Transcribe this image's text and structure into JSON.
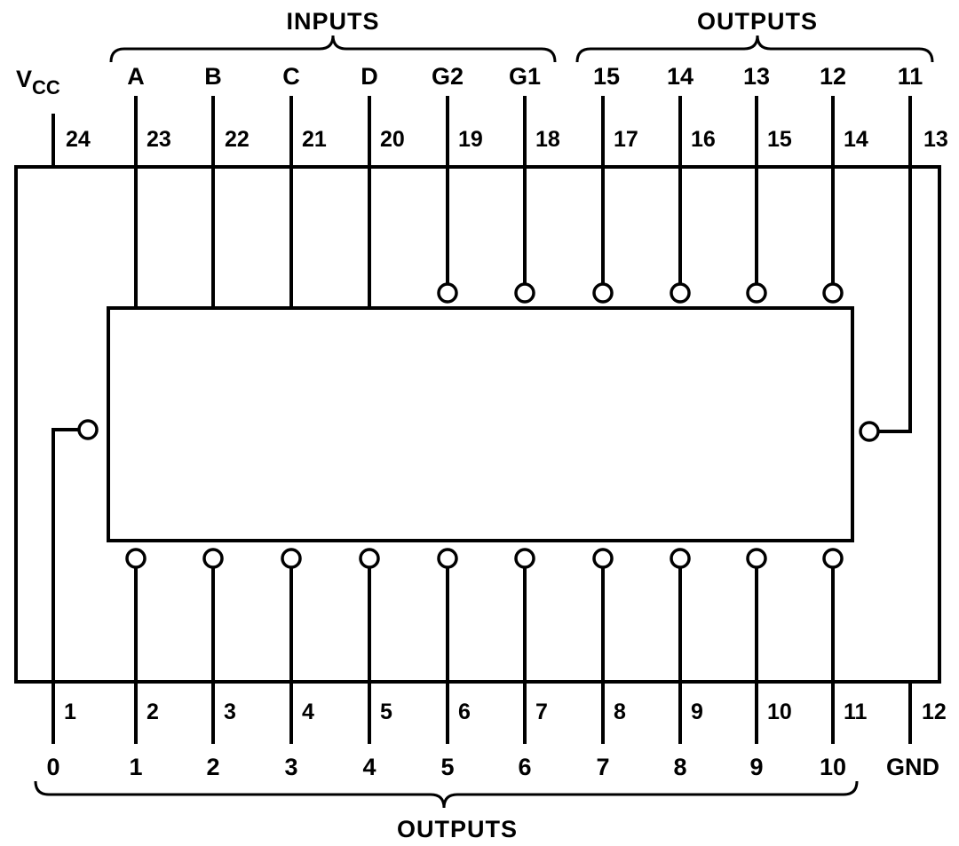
{
  "groups": {
    "top_inputs": "INPUTS",
    "top_outputs": "OUTPUTS",
    "bottom_outputs": "OUTPUTS"
  },
  "top_pins": [
    {
      "signal": "V",
      "signal_sub": "CC",
      "pin": "24"
    },
    {
      "signal": "A",
      "pin": "23"
    },
    {
      "signal": "B",
      "pin": "22"
    },
    {
      "signal": "C",
      "pin": "21"
    },
    {
      "signal": "D",
      "pin": "20"
    },
    {
      "signal": "G2",
      "pin": "19"
    },
    {
      "signal": "G1",
      "pin": "18"
    },
    {
      "signal": "15",
      "pin": "17"
    },
    {
      "signal": "14",
      "pin": "16"
    },
    {
      "signal": "13",
      "pin": "15"
    },
    {
      "signal": "12",
      "pin": "14"
    },
    {
      "signal": "11",
      "pin": "13"
    }
  ],
  "bottom_pins": [
    {
      "pin": "1",
      "signal": "0"
    },
    {
      "pin": "2",
      "signal": "1"
    },
    {
      "pin": "3",
      "signal": "2"
    },
    {
      "pin": "4",
      "signal": "3"
    },
    {
      "pin": "5",
      "signal": "4"
    },
    {
      "pin": "6",
      "signal": "5"
    },
    {
      "pin": "7",
      "signal": "6"
    },
    {
      "pin": "8",
      "signal": "7"
    },
    {
      "pin": "9",
      "signal": "8"
    },
    {
      "pin": "10",
      "signal": "9"
    },
    {
      "pin": "11",
      "signal": "10"
    },
    {
      "pin": "12",
      "signal": "GND"
    }
  ]
}
